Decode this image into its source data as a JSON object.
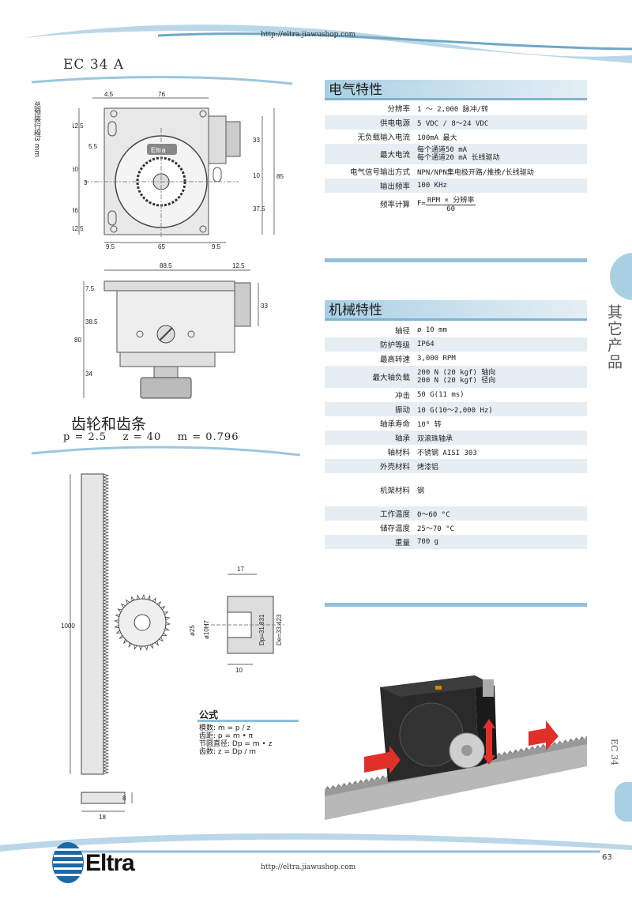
{
  "header": {
    "url": "http://eltra.jiawushop.com"
  },
  "model": "EC 34 A",
  "drawing_note": "总预装行程3 mm",
  "electrical": {
    "title": "电气特性",
    "rows": [
      {
        "label": "分辨率",
        "value": "1 ～ 2,000 脉冲/转"
      },
      {
        "label": "供电电源",
        "value": "5 VDC / 8～24 VDC"
      },
      {
        "label": "无负载输入电流",
        "value": "100mA 最大"
      },
      {
        "label": "最大电流",
        "value": "每个通道50 mA",
        "value2": "每个通道20 mA 长线驱动"
      },
      {
        "label": "电气信号输出方式",
        "value": "NPN/NPN集电极开路/推挽/长线驱动"
      },
      {
        "label": "输出频率",
        "value": "100 KHz"
      },
      {
        "label": "频率计算",
        "value_num": "RPM × 分辨率",
        "value_den": "60",
        "value_prefix": "F="
      }
    ]
  },
  "mechanical": {
    "title": "机械特性",
    "rows": [
      {
        "label": "轴径",
        "value": "ø 10 mm"
      },
      {
        "label": "防护等级",
        "value": "IP64"
      },
      {
        "label": "最高转速",
        "value": "3,000 RPM"
      },
      {
        "label": "最大轴负载",
        "value": "200 N (20 kgf) 轴向",
        "value2": "200 N (20 kgf) 径向"
      },
      {
        "label": "冲击",
        "value": "50 G(11 ms)"
      },
      {
        "label": "振动",
        "value": "10 G(10～2,000 Hz)"
      },
      {
        "label": "轴承寿命",
        "value": "10⁹ 转"
      },
      {
        "label": "轴承",
        "value": "双滚珠轴承"
      },
      {
        "label": "轴材料",
        "value": "不锈钢 AISI 303"
      },
      {
        "label": "外壳材料",
        "value": "烤漆铝"
      },
      {
        "label": "机架材料",
        "value": "钢"
      },
      {
        "label": "工作温度",
        "value": "0～60 °C"
      },
      {
        "label": "储存温度",
        "value": "25～70 °C"
      },
      {
        "label": "重量",
        "value": "700 g"
      }
    ]
  },
  "side": {
    "category": "其它产品",
    "model_tag": "EC 34"
  },
  "gear": {
    "title": "齿轮和齿条",
    "params": "p = 2.5    z = 40    m = 0.796"
  },
  "formula": {
    "title": "公式",
    "lines": [
      "模数: m = p / z",
      "齿距: p = m • π",
      "节圆直径: Dp = m • z",
      "齿数: z = Dp / m"
    ]
  },
  "dims": {
    "top_width": "76",
    "top_left": "4.5",
    "top_h1": "12.5",
    "top_h2": "5.5",
    "top_h3": "60",
    "top_h4": "36",
    "top_h5": "12.5",
    "top_r1": "33",
    "top_r2": "10",
    "top_r3": "37.5",
    "top_r4": "85",
    "top_b1": "9.5",
    "top_b2": "65",
    "top_b3": "9.5",
    "top_left_mark": "3",
    "side_w1": "88.5",
    "side_w2": "12.5",
    "side_h1": "7.5",
    "side_h2": "38.5",
    "side_h3": "80",
    "side_h4": "34",
    "side_r1": "33",
    "rack_len": "1000",
    "rack_w": "18",
    "rack_h": "8",
    "hub_w": "17",
    "hub_bore": "ø25",
    "hub_h7": "ø10H7",
    "hub_dp": "Dp=31.831",
    "hub_de": "De=33.423",
    "hub_b": "10"
  },
  "footer": {
    "url": "http://eltra.jiawushop.com",
    "page": "63",
    "brand": "Eltra"
  }
}
